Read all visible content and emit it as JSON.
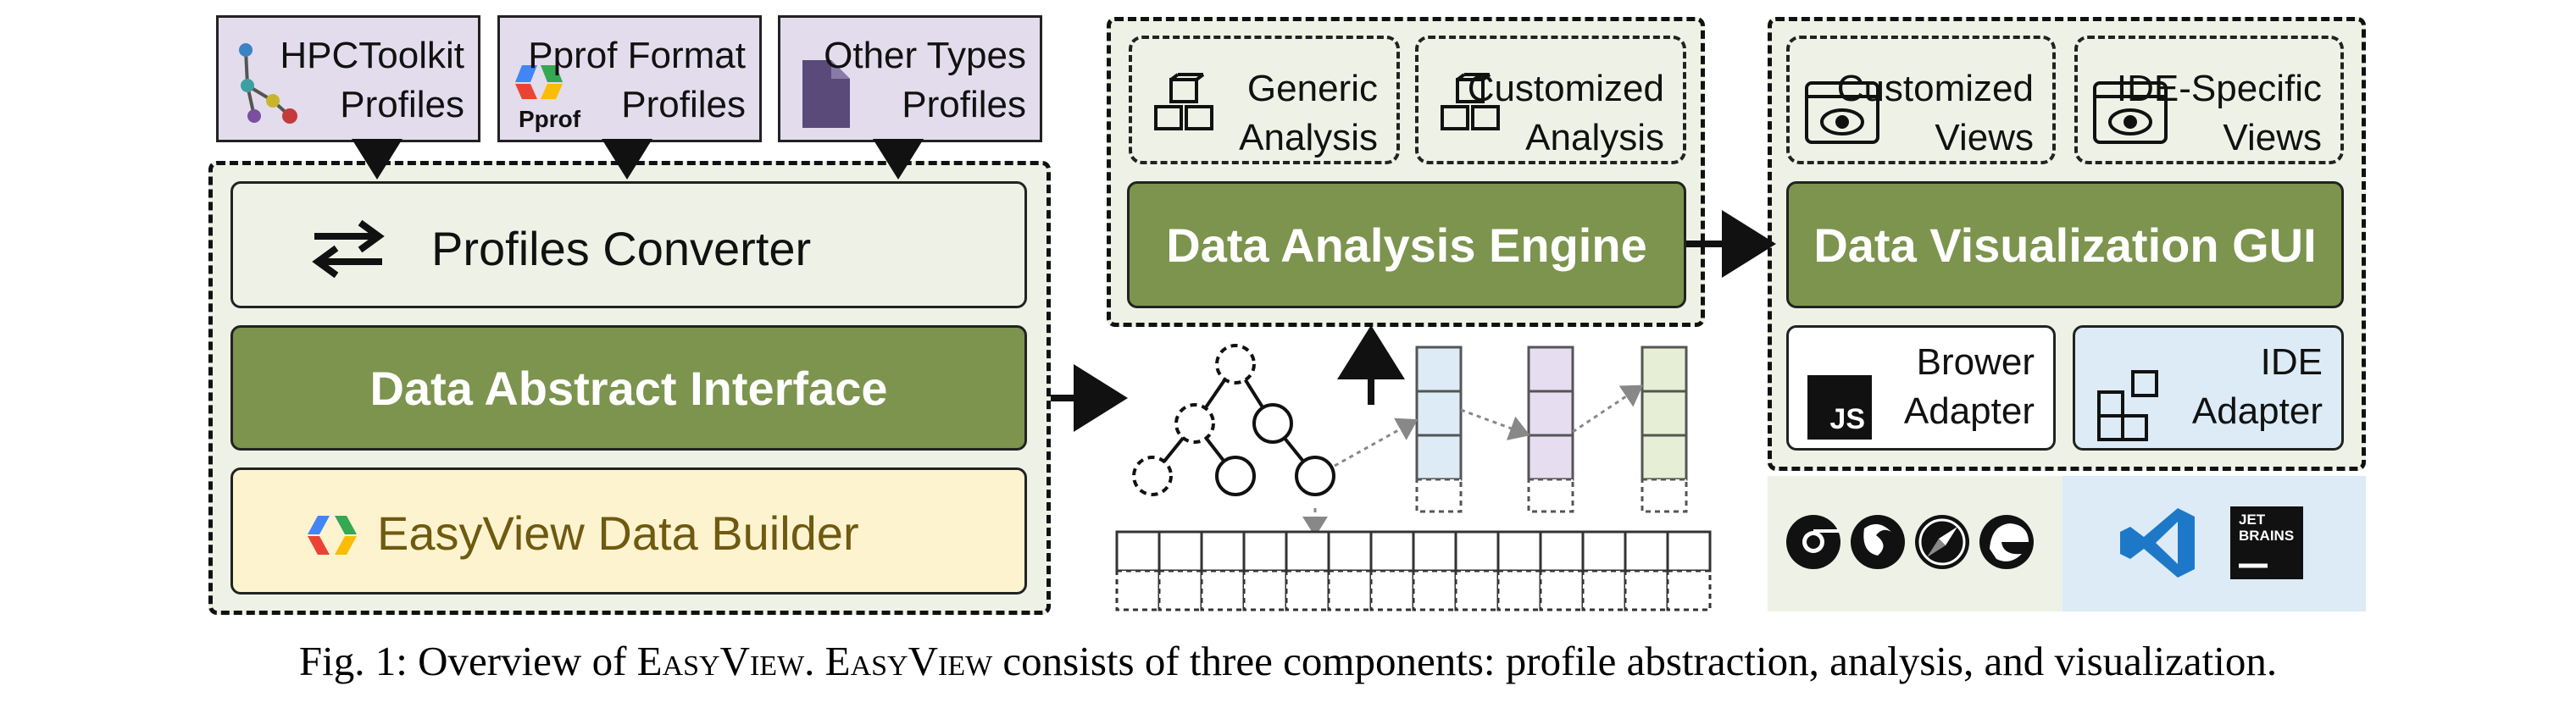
{
  "sources": [
    {
      "label": "HPCToolkit\nProfiles",
      "icon": "tree-graph-icon"
    },
    {
      "label": "Pprof Format\nProfiles",
      "icon": "pprof-logo-icon",
      "logo_text": "Pprof"
    },
    {
      "label": "Other Types\nProfiles",
      "icon": "document-icon"
    }
  ],
  "abstraction": {
    "converter_label": "Profiles Converter",
    "interface_label": "Data Abstract Interface",
    "builder_label": "EasyView Data Builder"
  },
  "analysis": {
    "generic_label": "Generic\nAnalysis",
    "customized_label": "Customized\nAnalysis",
    "engine_label": "Data Analysis Engine"
  },
  "visualization": {
    "customized_views_label": "Customized\nViews",
    "ide_views_label": "IDE-Specific\nViews",
    "gui_label": "Data Visualization GUI",
    "browser_adapter_label": "Brower\nAdapter",
    "ide_adapter_label": "IDE\nAdapter",
    "js_badge": "JS"
  },
  "platforms": {
    "browsers": [
      "chrome-icon",
      "firefox-icon",
      "safari-icon",
      "edge-icon"
    ],
    "ides": [
      "vscode-icon",
      "jetbrains-icon"
    ],
    "jetbrains_text": "JET\nBRAINS"
  },
  "caption": {
    "prefix": "Fig. 1: Overview of ",
    "name1": "EasyView",
    "middle": ". ",
    "name2": "EasyView",
    "suffix": " consists of three components: profile abstraction, analysis, and visualization."
  },
  "colors": {
    "green": "#7c944e",
    "panel": "#eef2e6",
    "source": "#e2dcec",
    "builder": "#fdf3cf",
    "builder_text": "#6e5a10",
    "blue_stack": "#dcebf5",
    "purple_stack": "#e6ddf0",
    "green_stack": "#e6efd5"
  }
}
